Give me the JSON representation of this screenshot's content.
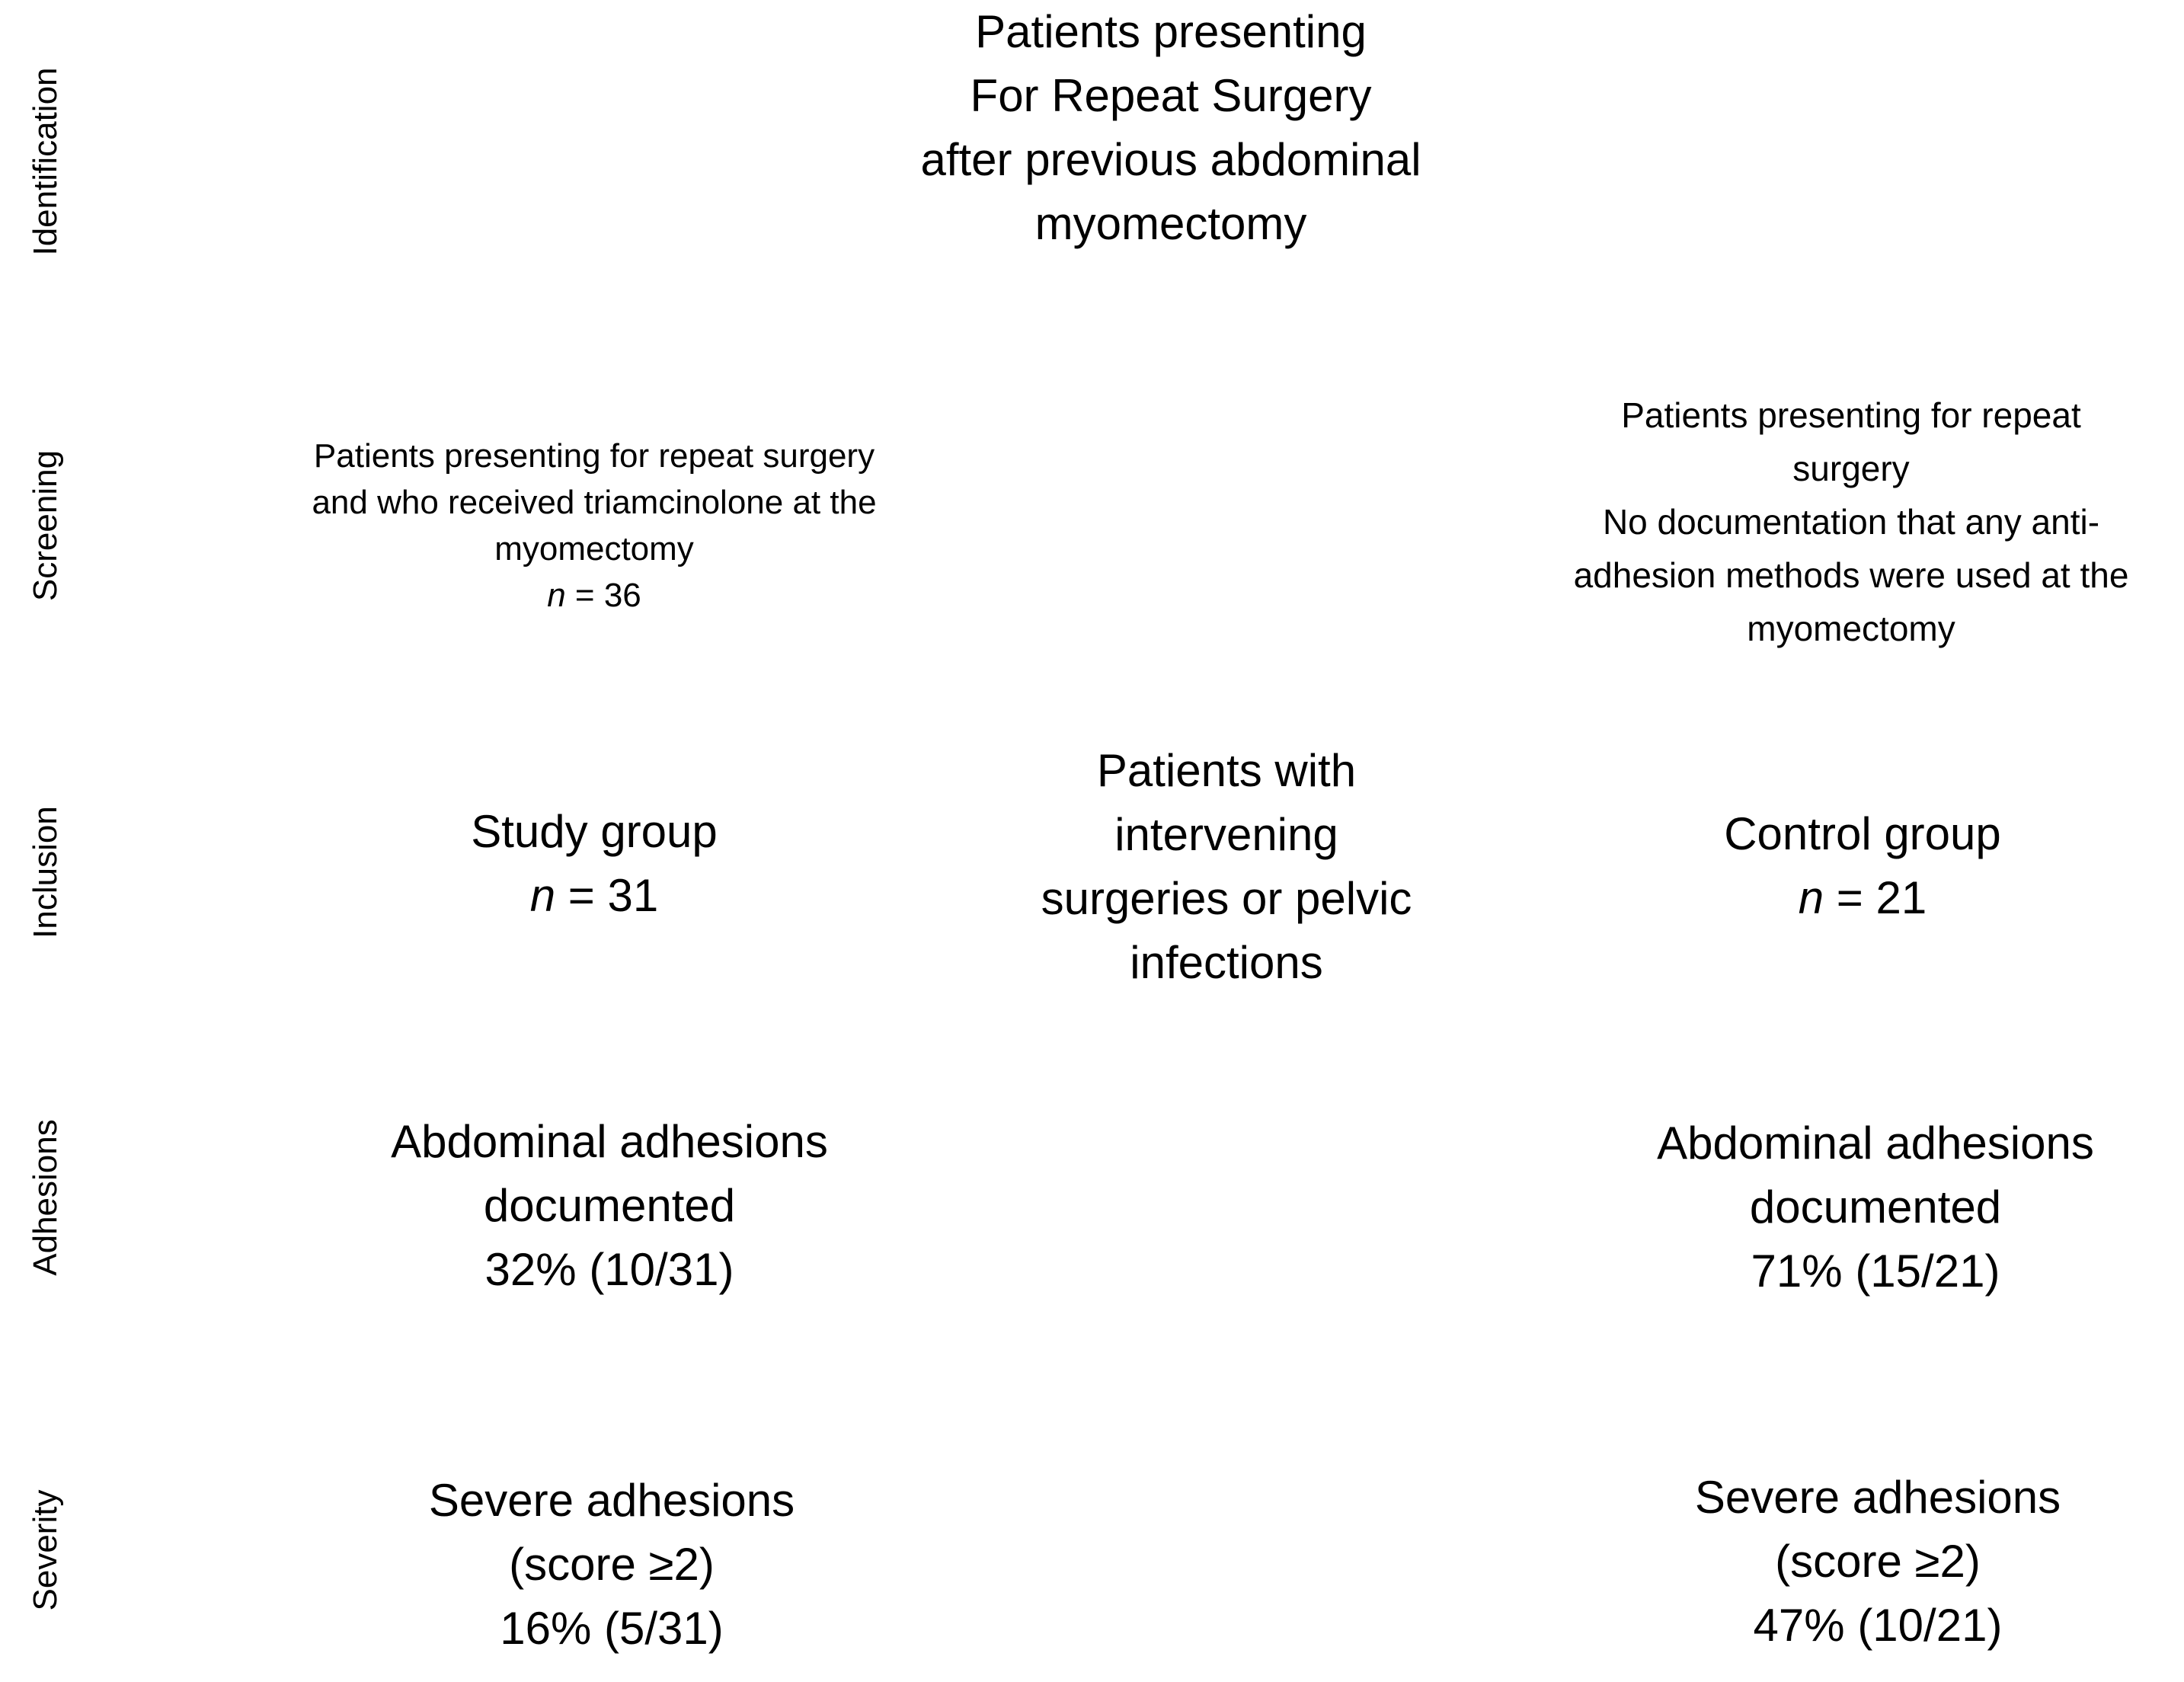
{
  "stages": [
    "Identification",
    "Screening",
    "Inclusion",
    "Adhesions",
    "Severity"
  ],
  "top": {
    "lines": [
      "Patients presenting",
      "For Repeat Surgery",
      "after previous abdominal",
      "myomectomy"
    ]
  },
  "screening_left": {
    "lines": [
      "Patients presenting for repeat surgery",
      "and who received triamcinolone at the",
      "myomectomy"
    ],
    "n_var": "n",
    "n_value": " = 36"
  },
  "screening_right": {
    "lines": [
      "Patients presenting for repeat",
      "surgery",
      "No documentation that any anti-",
      "adhesion methods were used at the",
      "myomectomy"
    ]
  },
  "study_group": {
    "title": "Study group",
    "n_var": "n",
    "n_value": " = 31"
  },
  "excluded": {
    "lines": [
      "Patients with",
      "intervening",
      "surgeries or pelvic",
      "infections"
    ]
  },
  "control_group": {
    "title": "Control group",
    "n_var": "n",
    "n_value": " = 21"
  },
  "adhesions_left": {
    "lines": [
      "Abdominal adhesions",
      "documented",
      "32% (10/31)"
    ]
  },
  "adhesions_right": {
    "lines": [
      "Abdominal adhesions",
      "documented",
      "71% (15/21)"
    ]
  },
  "severity_left": {
    "lines": [
      "Severe adhesions",
      "(score ≥2)",
      "16% (5/31)"
    ]
  },
  "severity_right": {
    "lines": [
      "Severe adhesions",
      "(score ≥2)",
      "47% (10/21)"
    ]
  }
}
